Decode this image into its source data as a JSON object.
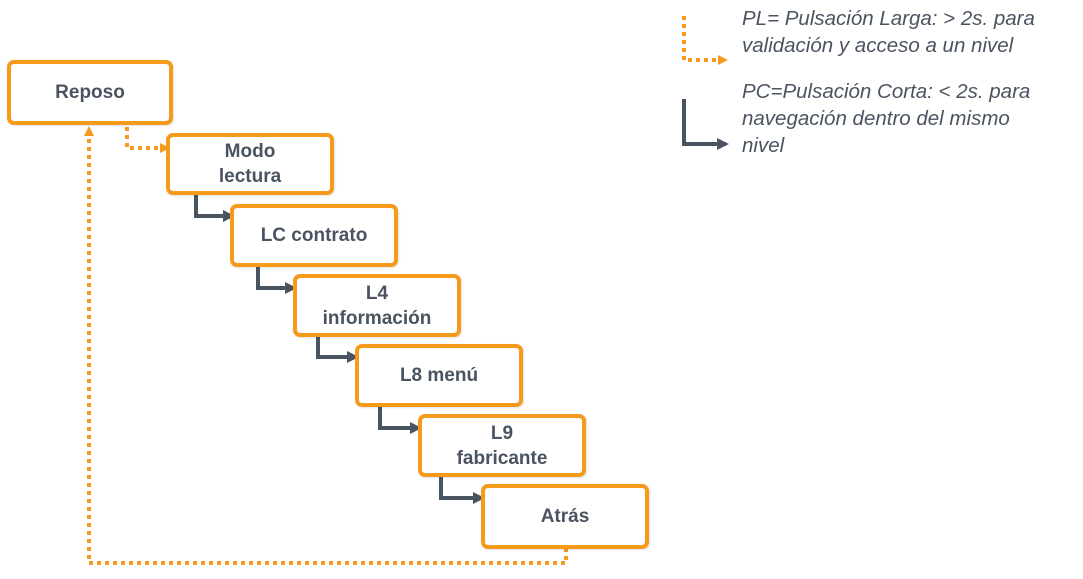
{
  "colors": {
    "long_press": "#f59a1b",
    "short_press": "#4a5461",
    "node_border": "#f59a1b",
    "node_text": "#4a5461"
  },
  "nodes": {
    "reposo": "Reposo",
    "modo_lectura": "Modo\nlectura",
    "lc_contrato": "LC contrato",
    "l4_informacion": "L4\ninformación",
    "l8_menu": "L8 menú",
    "l9_fabricante": "L9\nfabricante",
    "atras": "Atrás"
  },
  "legend": {
    "long_press_text": "PL= Pulsación Larga: > 2s. para\nvalidación y acceso a un nivel",
    "short_press_text": "PC=Pulsación Corta: < 2s. para\nnavegación dentro del mismo\nnivel"
  }
}
